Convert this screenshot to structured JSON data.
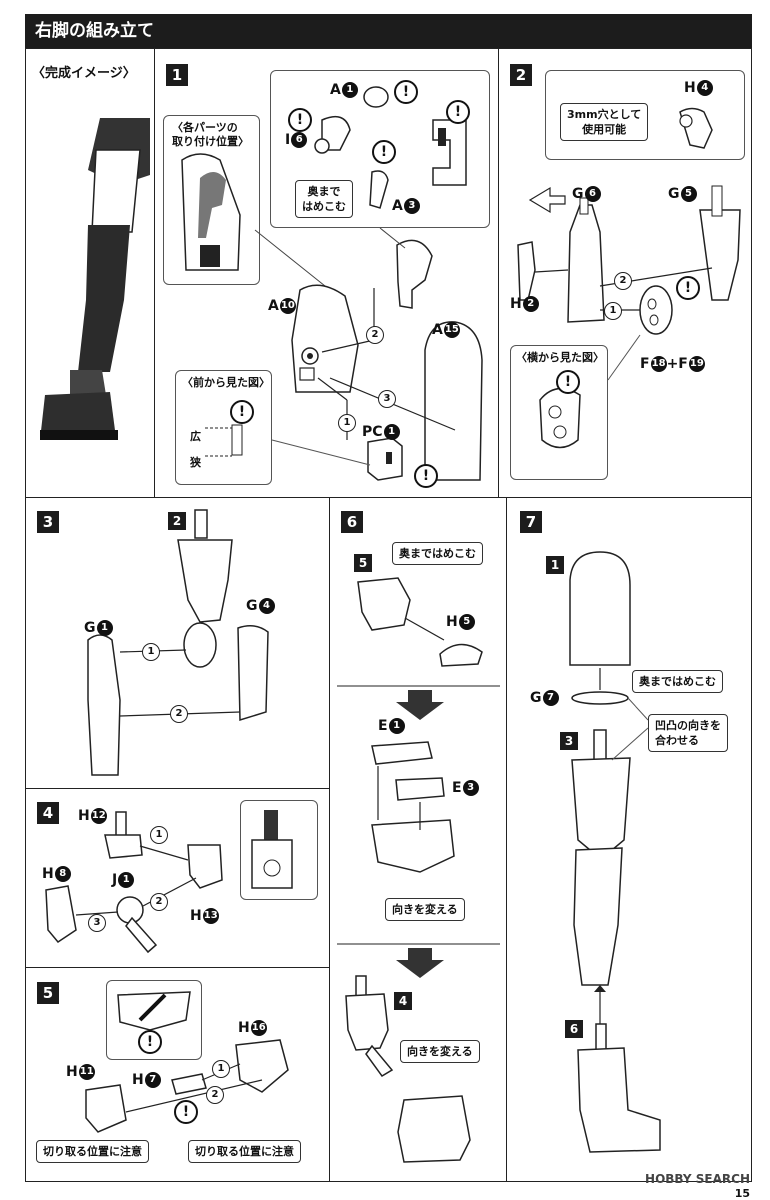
{
  "title": "右脚の組み立て",
  "image_caption": "〈完成イメージ〉",
  "steps": {
    "s1": {
      "num": "1",
      "positions_title_1": "〈各パーツの",
      "positions_title_2": "取り付け位置〉",
      "front_title": "〈前から見た図〉",
      "wide": "広",
      "narrow": "狭",
      "push_1": "奥まで",
      "push_2": "はめこむ",
      "parts": {
        "a1": "A",
        "a1n": "1",
        "i6": "I",
        "i6n": "6",
        "a3": "A",
        "a3n": "3",
        "a10": "A",
        "a10n": "10",
        "a15": "A",
        "a15n": "15",
        "pc1": "PC",
        "pc1n": "1"
      },
      "order": [
        "1",
        "2",
        "3"
      ]
    },
    "s2": {
      "num": "2",
      "hole_1": "3mm穴として",
      "hole_2": "使用可能",
      "side_title": "〈横から見た図〉",
      "parts": {
        "h4": "H",
        "h4n": "4",
        "g6": "G",
        "g6n": "6",
        "g5": "G",
        "g5n": "5",
        "h2": "H",
        "h2n": "2",
        "f": "F",
        "f18": "18",
        "plus": "+F",
        "f19": "19"
      },
      "order": [
        "1",
        "2"
      ]
    },
    "s3": {
      "num": "3",
      "sub": "2",
      "parts": {
        "g1": "G",
        "g1n": "1",
        "g4": "G",
        "g4n": "4"
      },
      "order": [
        "1",
        "2"
      ]
    },
    "s4": {
      "num": "4",
      "parts": {
        "h12": "H",
        "h12n": "12",
        "h8": "H",
        "h8n": "8",
        "j1": "J",
        "j1n": "1",
        "h13": "H",
        "h13n": "13"
      },
      "order": [
        "1",
        "2",
        "3"
      ]
    },
    "s5": {
      "num": "5",
      "note_cut": "切り取る位置に注意",
      "parts": {
        "h16": "H",
        "h16n": "16",
        "h11": "H",
        "h11n": "11",
        "h7": "H",
        "h7n": "7"
      },
      "order": [
        "1",
        "2"
      ]
    },
    "s6": {
      "num": "6",
      "sub5": "5",
      "sub4": "4",
      "push_all": "奥まではめこむ",
      "turn": "向きを変える",
      "parts": {
        "h5": "H",
        "h5n": "5",
        "e1": "E",
        "e1n": "1",
        "e3": "E",
        "e3n": "3"
      }
    },
    "s7": {
      "num": "7",
      "sub1": "1",
      "sub3": "3",
      "sub6": "6",
      "push_all": "奥まではめこむ",
      "align_1": "凹凸の向きを",
      "align_2": "合わせる",
      "parts": {
        "g7": "G",
        "g7n": "7"
      }
    }
  },
  "warn": "!",
  "watermark": "HOBBY SEARCH",
  "page_number": "15"
}
